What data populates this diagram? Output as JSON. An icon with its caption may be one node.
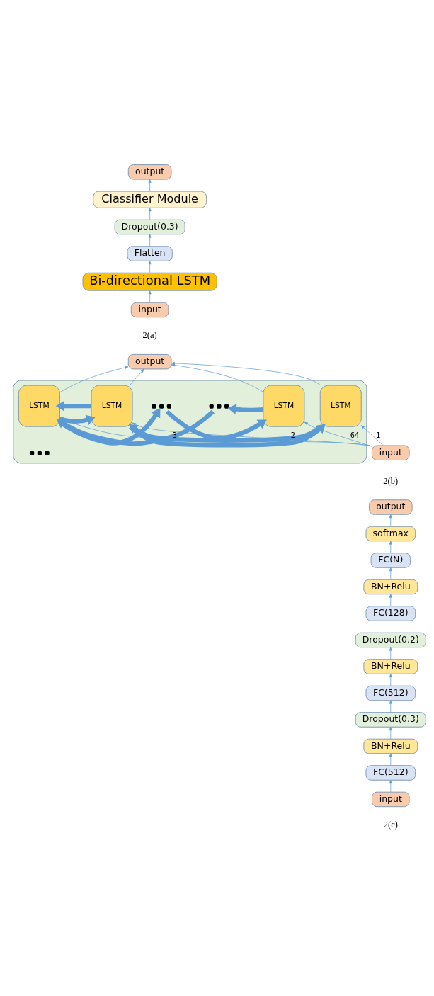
{
  "diagram": {
    "nodes": [
      {
        "text": [
          "output"
        ]
      },
      {
        "text": [
          "Classifier Module"
        ]
      },
      {
        "text": [
          "Dropout(0.3)"
        ]
      },
      {
        "text": [
          "Flatten"
        ]
      },
      {
        "text": [
          "Bi-directional LSTM"
        ]
      },
      {
        "text": [
          "input"
        ]
      },
      {
        "text": [
          "output"
        ]
      },
      {
        "text": [],
        "shape": "box"
      },
      {
        "text": [
          "LSTM"
        ],
        "in": 7
      },
      {
        "text": [
          "LSTM"
        ],
        "in": 7
      },
      {
        "text": [
          "LSTM"
        ],
        "in": 7
      },
      {
        "text": [],
        "shape": "dots",
        "in": 7
      },
      {
        "text": [],
        "shape": "dots",
        "in": 7
      },
      {
        "text": [
          "LSTM"
        ],
        "in": 7
      },
      {
        "text": [],
        "shape": "dots",
        "in": 7
      },
      {
        "text": [
          "input"
        ]
      },
      {
        "text": [
          "output"
        ]
      },
      {
        "text": [
          "softmax"
        ]
      },
      {
        "text": [
          "FC(N)"
        ]
      },
      {
        "text": [
          "BN+Relu"
        ]
      },
      {
        "text": [
          "FC(128)"
        ]
      },
      {
        "text": [
          "Dropout(0.2)"
        ]
      },
      {
        "text": [
          "BN+Relu"
        ]
      },
      {
        "text": [
          "FC(512)"
        ]
      },
      {
        "text": [
          "Dropout(0.3)"
        ]
      },
      {
        "text": [
          "BN+Relu"
        ]
      },
      {
        "text": [
          "FC(512)"
        ]
      },
      {
        "text": [
          "input"
        ]
      }
    ],
    "edges": [
      {
        "from": 5,
        "to": 4,
        "arrow": "to"
      },
      {
        "from": 4,
        "to": 3,
        "arrow": "to"
      },
      {
        "from": 3,
        "to": 2,
        "arrow": "to"
      },
      {
        "from": 2,
        "to": 1,
        "arrow": "to"
      },
      {
        "from": 1,
        "to": 0,
        "arrow": "to"
      },
      {
        "from": 8,
        "to": 6,
        "arrow": "to"
      },
      {
        "from": 9,
        "to": 6,
        "arrow": "to"
      },
      {
        "from": 10,
        "to": 6,
        "arrow": "to"
      },
      {
        "from": 13,
        "to": 6,
        "arrow": "to"
      },
      {
        "from": 8,
        "to": 9,
        "arrow": "to",
        "style": "thick"
      },
      {
        "from": 9,
        "to": 10,
        "arrow": "to",
        "style": "thick"
      },
      {
        "from": 10,
        "to": 11,
        "arrow": "to",
        "style": "thick"
      },
      {
        "from": 11,
        "to": 13,
        "arrow": "to",
        "style": "thick"
      },
      {
        "from": 13,
        "to": 12,
        "arrow": "to",
        "style": "thick"
      },
      {
        "from": 12,
        "to": 10,
        "arrow": "to",
        "style": "thick"
      },
      {
        "from": 10,
        "to": 9,
        "arrow": "to",
        "style": "thick"
      },
      {
        "from": 9,
        "to": 8,
        "arrow": "to",
        "style": "thick"
      },
      {
        "from": 15,
        "to": 8,
        "arrow": "to",
        "label": "1"
      },
      {
        "from": 15,
        "to": 9,
        "arrow": "to",
        "label": "2"
      },
      {
        "from": 15,
        "to": 10,
        "arrow": "to",
        "label": "3"
      },
      {
        "from": 15,
        "to": 13,
        "arrow": "to",
        "label": "64"
      },
      {
        "from": 27,
        "to": 26,
        "arrow": "to"
      },
      {
        "from": 26,
        "to": 25,
        "arrow": "to"
      },
      {
        "from": 25,
        "to": 24,
        "arrow": "to"
      },
      {
        "from": 24,
        "to": 23,
        "arrow": "to"
      },
      {
        "from": 23,
        "to": 22,
        "arrow": "to"
      },
      {
        "from": 22,
        "to": 21,
        "arrow": "to"
      },
      {
        "from": 20,
        "to": 19,
        "arrow": "to"
      },
      {
        "from": 19,
        "to": 18,
        "arrow": "to"
      },
      {
        "from": 18,
        "to": 17,
        "arrow": "to"
      },
      {
        "from": 17,
        "to": 16,
        "arrow": "to"
      }
    ],
    "labels": [
      "2(a)",
      "2(b)",
      "2(c)"
    ]
  }
}
